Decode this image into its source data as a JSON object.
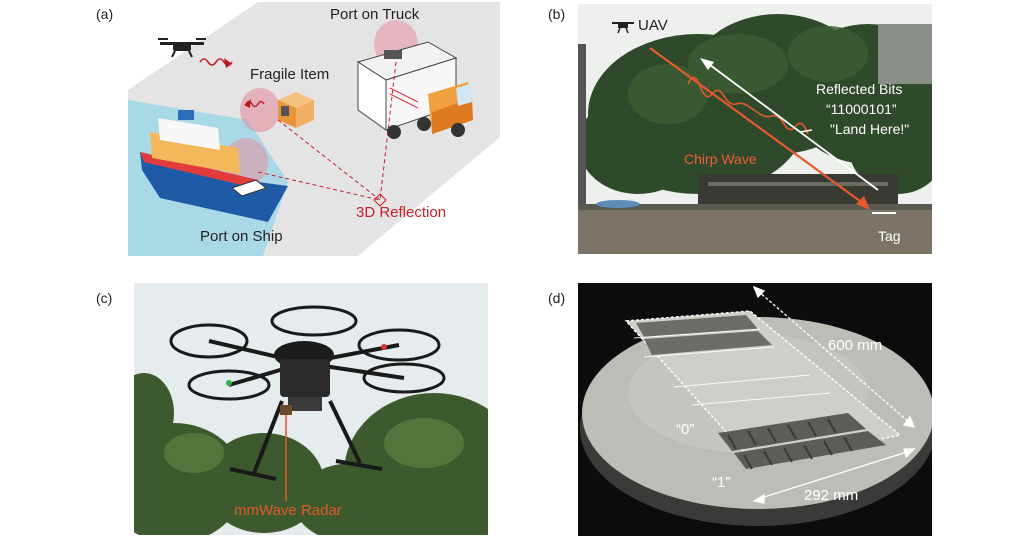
{
  "panels": {
    "a": {
      "label": "(a)",
      "texts": {
        "truck": "Port on Truck",
        "item": "Fragile Item",
        "reflection": "3D Reflection",
        "ship": "Port on Ship"
      }
    },
    "b": {
      "label": "(b)",
      "texts": {
        "uav": "UAV",
        "reflected": "Reflected Bits",
        "bits": "“11000101”",
        "land": "\"Land Here!\"",
        "chirp": "Chirp Wave",
        "tag": "Tag"
      }
    },
    "c": {
      "label": "(c)",
      "texts": {
        "radar": "mmWave Radar"
      }
    },
    "d": {
      "label": "(d)",
      "texts": {
        "length": "600 mm",
        "zero": "“0”",
        "one": "“1”",
        "width": "292 mm"
      }
    }
  },
  "colors": {
    "accent_red": "#d9442b",
    "reflection_red": "#c8202a",
    "water": "#a8d8e6",
    "floor": "#e6e6e6"
  }
}
